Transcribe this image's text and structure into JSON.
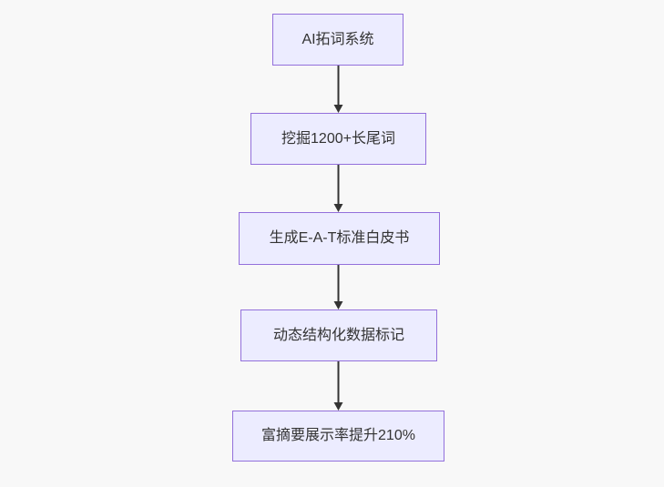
{
  "flowchart": {
    "type": "flowchart-vertical",
    "nodes": [
      {
        "label": "AI拓词系统"
      },
      {
        "label": "挖掘1200+长尾词"
      },
      {
        "label": "生成E-A-T标准白皮书"
      },
      {
        "label": "动态结构化数据标记"
      },
      {
        "label": "富摘要展示率提升210%"
      }
    ],
    "edges": [
      {
        "from": 0,
        "to": 1,
        "style": "arrow-down"
      },
      {
        "from": 1,
        "to": 2,
        "style": "arrow-down"
      },
      {
        "from": 2,
        "to": 3,
        "style": "arrow-down"
      },
      {
        "from": 3,
        "to": 4,
        "style": "arrow-down"
      }
    ],
    "colors": {
      "node_fill": "#ECECFF",
      "node_border": "#9370DB",
      "edge": "#333333",
      "text": "#333333",
      "background": "#f8f8f8"
    }
  }
}
